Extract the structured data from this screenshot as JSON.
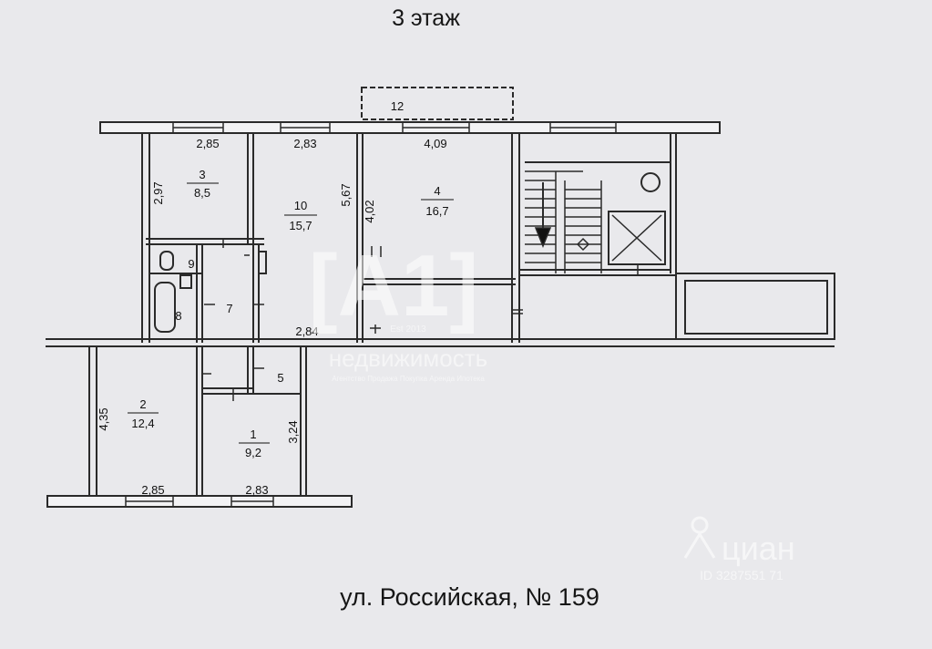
{
  "title": "3 этаж",
  "address": "ул. Российская, № 159",
  "rooms": [
    {
      "number": "3",
      "area": "8,5"
    },
    {
      "number": "10",
      "area": "15,7"
    },
    {
      "number": "4",
      "area": "16,7"
    },
    {
      "number": "2",
      "area": "12,4"
    },
    {
      "number": "1",
      "area": "9,2"
    },
    {
      "number": "7",
      "area": ""
    },
    {
      "number": "8",
      "area": ""
    },
    {
      "number": "5",
      "area": ""
    },
    {
      "number": "9",
      "area": ""
    },
    {
      "number": "12",
      "area": ""
    }
  ],
  "dimensions": [
    "2,85",
    "2,83",
    "4,09",
    "2,97",
    "5,67",
    "4,02",
    "2,84",
    "4,35",
    "3,24",
    "2,85",
    "2,83"
  ],
  "watermark": {
    "brand": "[A1]",
    "est": "Est 2013",
    "name": "недвижимость",
    "tagline": "Агентство Продажа Покупка Аренда Ипотека",
    "cian": "циан",
    "cian_phone": "ID 3287551 71"
  },
  "colors": {
    "background": "#e9e9ec",
    "wall": "#2a2a2a",
    "ink": "#111111"
  }
}
